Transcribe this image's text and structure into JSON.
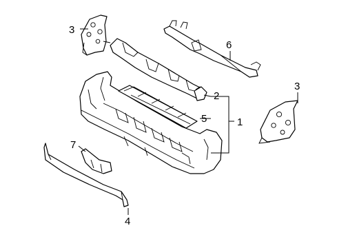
{
  "callouts": {
    "c1": "1",
    "c2": "2",
    "c3_left": "3",
    "c3_right": "3",
    "c4": "4",
    "c5": "5",
    "c6": "6",
    "c7": "7"
  }
}
